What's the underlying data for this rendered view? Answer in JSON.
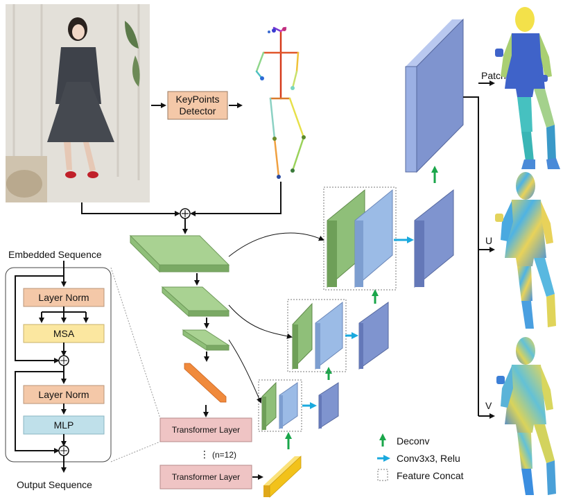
{
  "keypoints_box": {
    "line1": "KeyPoints",
    "line2": "Detector"
  },
  "encoder": {
    "input_label": "Embedded Sequence",
    "output_label": "Output Sequence",
    "layer_norm_1": "Layer Norm",
    "msa": "MSA",
    "layer_norm_2": "Layer Norm",
    "mlp": "MLP"
  },
  "transformer": {
    "layer_top": "Transformer Layer",
    "repeat": "(n=12)",
    "layer_bottom": "Transformer Layer"
  },
  "outputs": {
    "patch": "Patch",
    "u": "U",
    "v": "V"
  },
  "legend": {
    "deconv": "Deconv",
    "conv": "Conv3x3, Relu",
    "concat": "Feature Concat"
  },
  "colors": {
    "green_face": "#8fbf79",
    "green_top": "#b5d99f",
    "blue_face": "#9bbbe6",
    "navy_face": "#7f94cf",
    "orange": "#f08a3c",
    "yellow": "#f2c21a",
    "box_orange": "#f4c8a8",
    "box_pink": "#efc4c4",
    "box_yellow": "#fbe7a0",
    "box_blue": "#bfe0ea",
    "arrow_green": "#1aa64a",
    "arrow_cyan": "#1aa9de"
  }
}
